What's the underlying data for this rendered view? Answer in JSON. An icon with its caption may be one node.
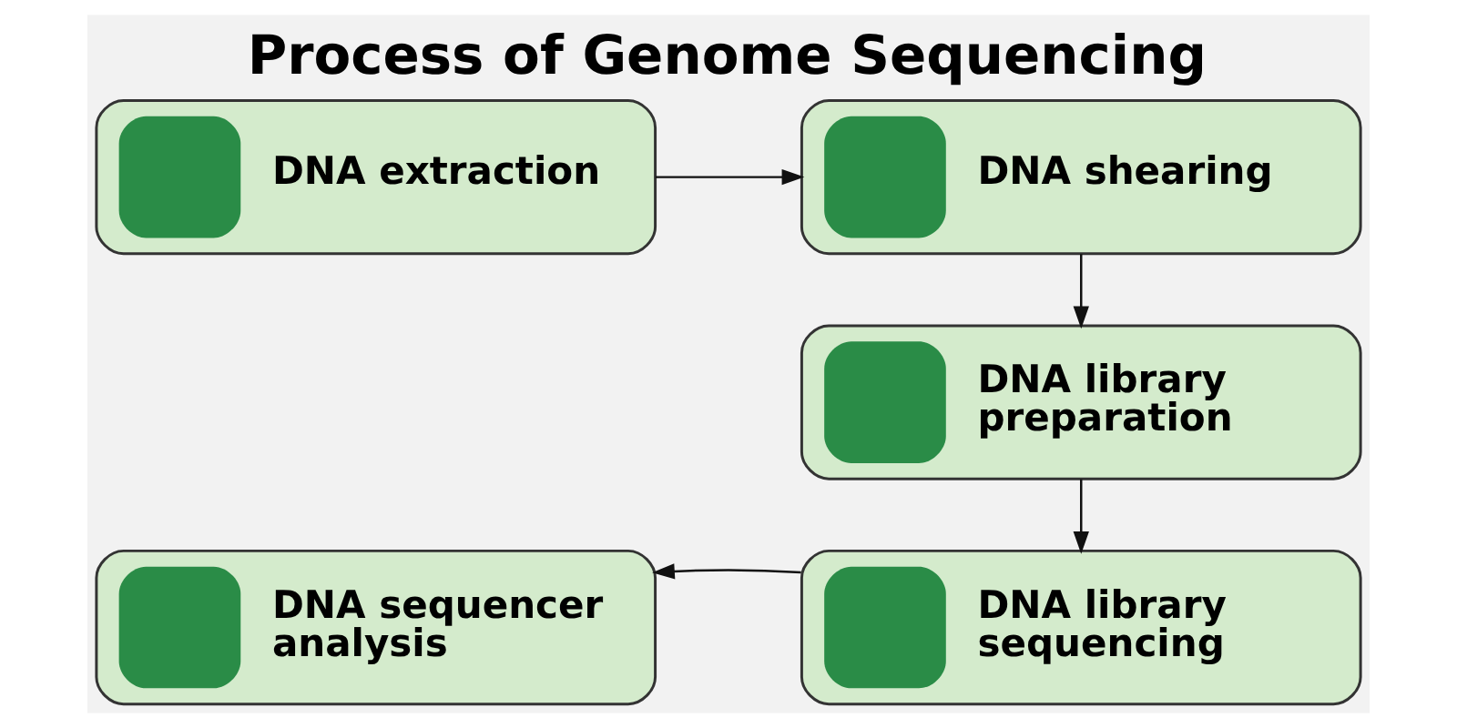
{
  "diagram": {
    "title": "Process of Genome Sequencing",
    "nodes": [
      {
        "text": [
          "DNA extraction"
        ]
      },
      {
        "text": [
          "DNA shearing"
        ]
      },
      {
        "text": [
          "DNA library preparation"
        ]
      },
      {
        "text": [
          "DNA library sequencing"
        ]
      },
      {
        "text": [
          "DNA sequencer analysis"
        ]
      }
    ],
    "edges": [
      {
        "from": 0,
        "to": 1,
        "arrow": "to"
      },
      {
        "from": 1,
        "to": 2,
        "arrow": "to"
      },
      {
        "from": 2,
        "to": 3,
        "arrow": "to"
      },
      {
        "from": 3,
        "to": 4,
        "arrow": "to"
      }
    ]
  }
}
